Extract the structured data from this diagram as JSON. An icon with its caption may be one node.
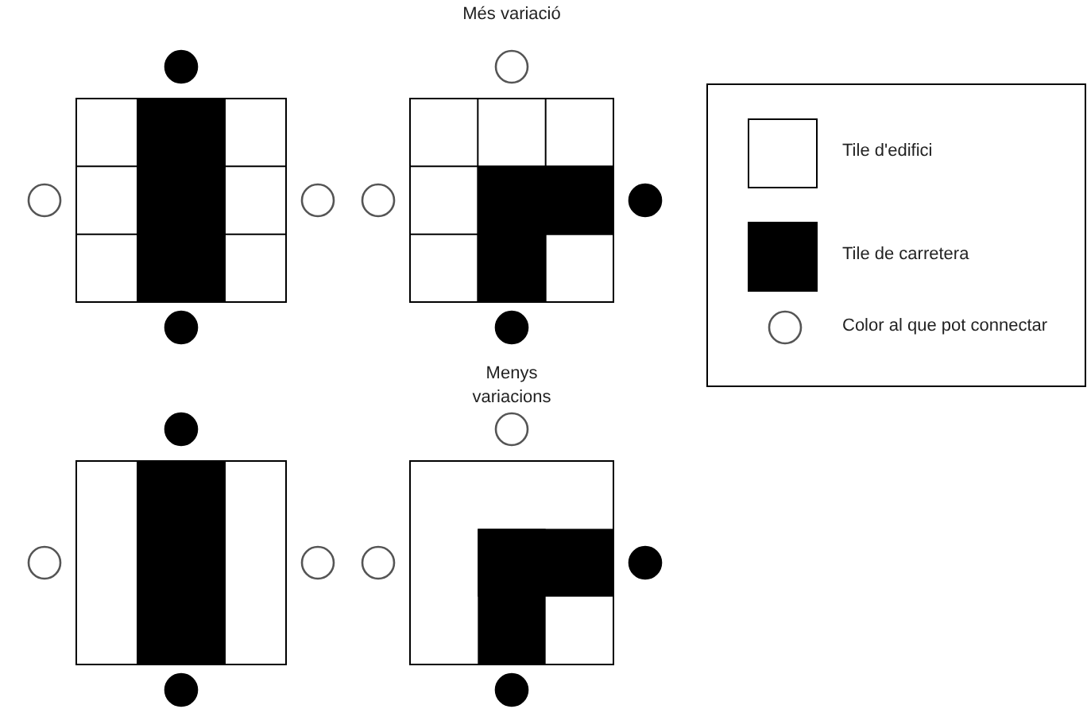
{
  "diagram": {
    "labels": [
      "Més variació",
      "Menys variacions"
    ],
    "legend": [
      {
        "text": "Tile d'edifici",
        "color": "#ffffff"
      },
      {
        "text": "Tile de carretera",
        "color": "#000000"
      },
      {
        "text": "Color al que pot connectar"
      }
    ]
  }
}
